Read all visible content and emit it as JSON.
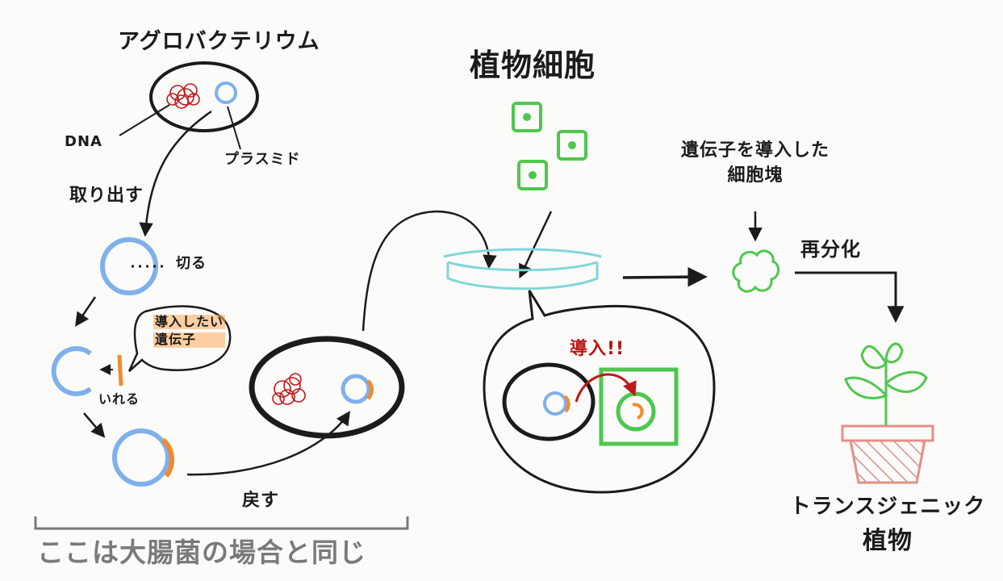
{
  "labels": {
    "agrobacterium": "アグロバクテリウム",
    "dna": "DNA",
    "plasmid": "プラスミド",
    "cut_out": "取り出す",
    "cut": "切る",
    "gene_line1": "導入したい",
    "gene_line2": "遺伝子",
    "insert": "いれる",
    "return": "戻す",
    "same_as_ecoli": "ここは大腸菌の場合と同じ",
    "plant_cell": "植物細胞",
    "introduce": "導入!!",
    "gene_cell_mass_line1": "遺伝子を導入した",
    "gene_cell_mass_line2": "細胞塊",
    "redifferentiation": "再分化",
    "transgenic_line1": "トランスジェニック",
    "transgenic_line2": "植物"
  },
  "colors": {
    "ink": "#1b1b1b",
    "dna_red": "#c0181a",
    "plasmid_blue": "#7fb0ec",
    "gene_orange": "#f28a2e",
    "cell_green": "#4ec74e",
    "dish_cyan": "#7fd6da",
    "pot_red": "#e0908a",
    "caption_gray": "#7a7a7a"
  },
  "icons": [
    "dna-coil-icon",
    "plasmid-ring-icon",
    "petri-dish-icon",
    "plant-icon",
    "flower-pot-icon",
    "cell-mass-icon"
  ]
}
